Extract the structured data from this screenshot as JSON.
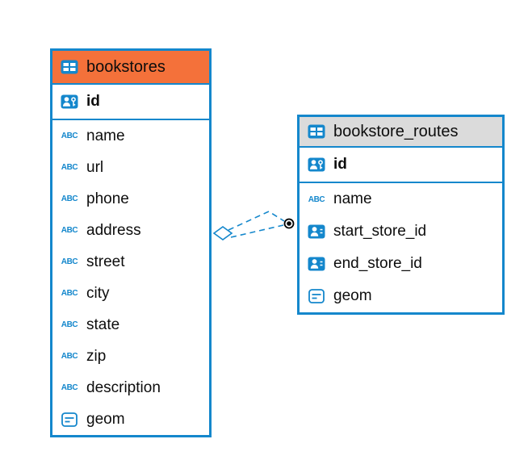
{
  "canvas": {
    "background": "#FFFFFF"
  },
  "colors": {
    "accent_blue": "#1487CC",
    "bookstores_header": "#F4713A",
    "routes_header": "#DBDBDB",
    "connector_dot": "#000000"
  },
  "icons": {
    "abc_label": "ABC"
  },
  "tables": [
    {
      "name": "bookstores",
      "header_bg": "#F4713A",
      "pk": {
        "name": "id",
        "icon": "person-key-icon"
      },
      "columns": [
        {
          "name": "name",
          "icon": "abc-icon"
        },
        {
          "name": "url",
          "icon": "abc-icon"
        },
        {
          "name": "phone",
          "icon": "abc-icon"
        },
        {
          "name": "address",
          "icon": "abc-icon"
        },
        {
          "name": "street",
          "icon": "abc-icon"
        },
        {
          "name": "city",
          "icon": "abc-icon"
        },
        {
          "name": "state",
          "icon": "abc-icon"
        },
        {
          "name": "zip",
          "icon": "abc-icon"
        },
        {
          "name": "description",
          "icon": "abc-icon"
        },
        {
          "name": "geom",
          "icon": "geometry-icon"
        }
      ]
    },
    {
      "name": "bookstore_routes",
      "header_bg": "#DBDBDB",
      "pk": {
        "name": "id",
        "icon": "person-key-icon"
      },
      "columns": [
        {
          "name": "name",
          "icon": "abc-icon"
        },
        {
          "name": "start_store_id",
          "icon": "person-icon"
        },
        {
          "name": "end_store_id",
          "icon": "person-icon"
        },
        {
          "name": "geom",
          "icon": "geometry-icon"
        }
      ]
    }
  ],
  "relationship": {
    "style": "dashed",
    "color": "#1487CC",
    "source_marker": "diamond",
    "target_marker": "ring-dot"
  }
}
